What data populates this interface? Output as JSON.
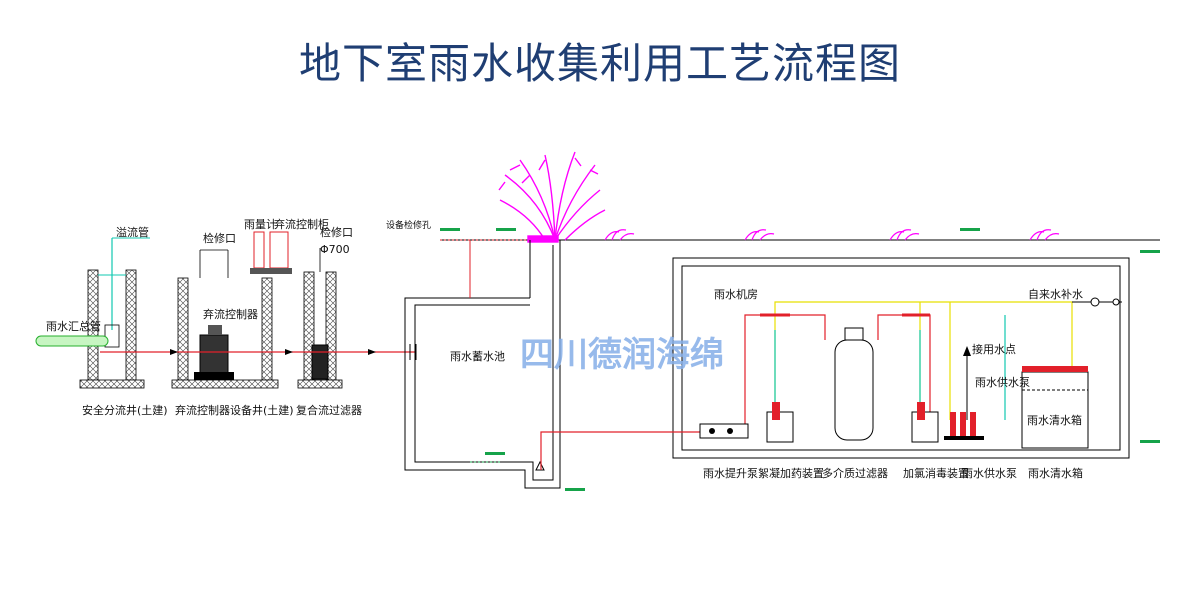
{
  "title": "地下室雨水收集利用工艺流程图",
  "watermark": "四川德润海绵",
  "labels": {
    "overflow_pipe": "溢流管",
    "inspection_port_1": "检修口",
    "rain_gauge": "雨量计",
    "diverter_cabinet": "弃流控制柜",
    "inspection_port_2": "检修口",
    "diameter": "Φ700",
    "equipment_hole": "设备检修孔",
    "main_pipe": "雨水汇总管",
    "diverter_controller": "弃流控制器",
    "storage_tank": "雨水蓄水池",
    "machine_room": "雨水机房",
    "tap_water_supply": "自来水补水",
    "use_point": "接用水点",
    "supply_pump_top": "雨水供水泵",
    "clear_tank": "雨水清水箱",
    "well_safe": "安全分流井(土建)",
    "well_diverter": "弃流控制器设备井(土建)",
    "filter_composite": "复合流过滤器",
    "lift_pump": "雨水提升泵",
    "flocculant": "絮凝加药装置",
    "multi_filter": "多介质过滤器",
    "disinfection": "加氯消毒装置",
    "supply_pump": "雨水供水泵",
    "clear_tank_bottom": "雨水清水箱"
  },
  "colors": {
    "title": "#1f3e73",
    "rain_pipe": "#e2202a",
    "reuse_pipe": "#e8e000",
    "supply_pipe": "#10c8b0",
    "plants": "#ff00ff",
    "structure": "#000000",
    "brick": "#555555"
  }
}
